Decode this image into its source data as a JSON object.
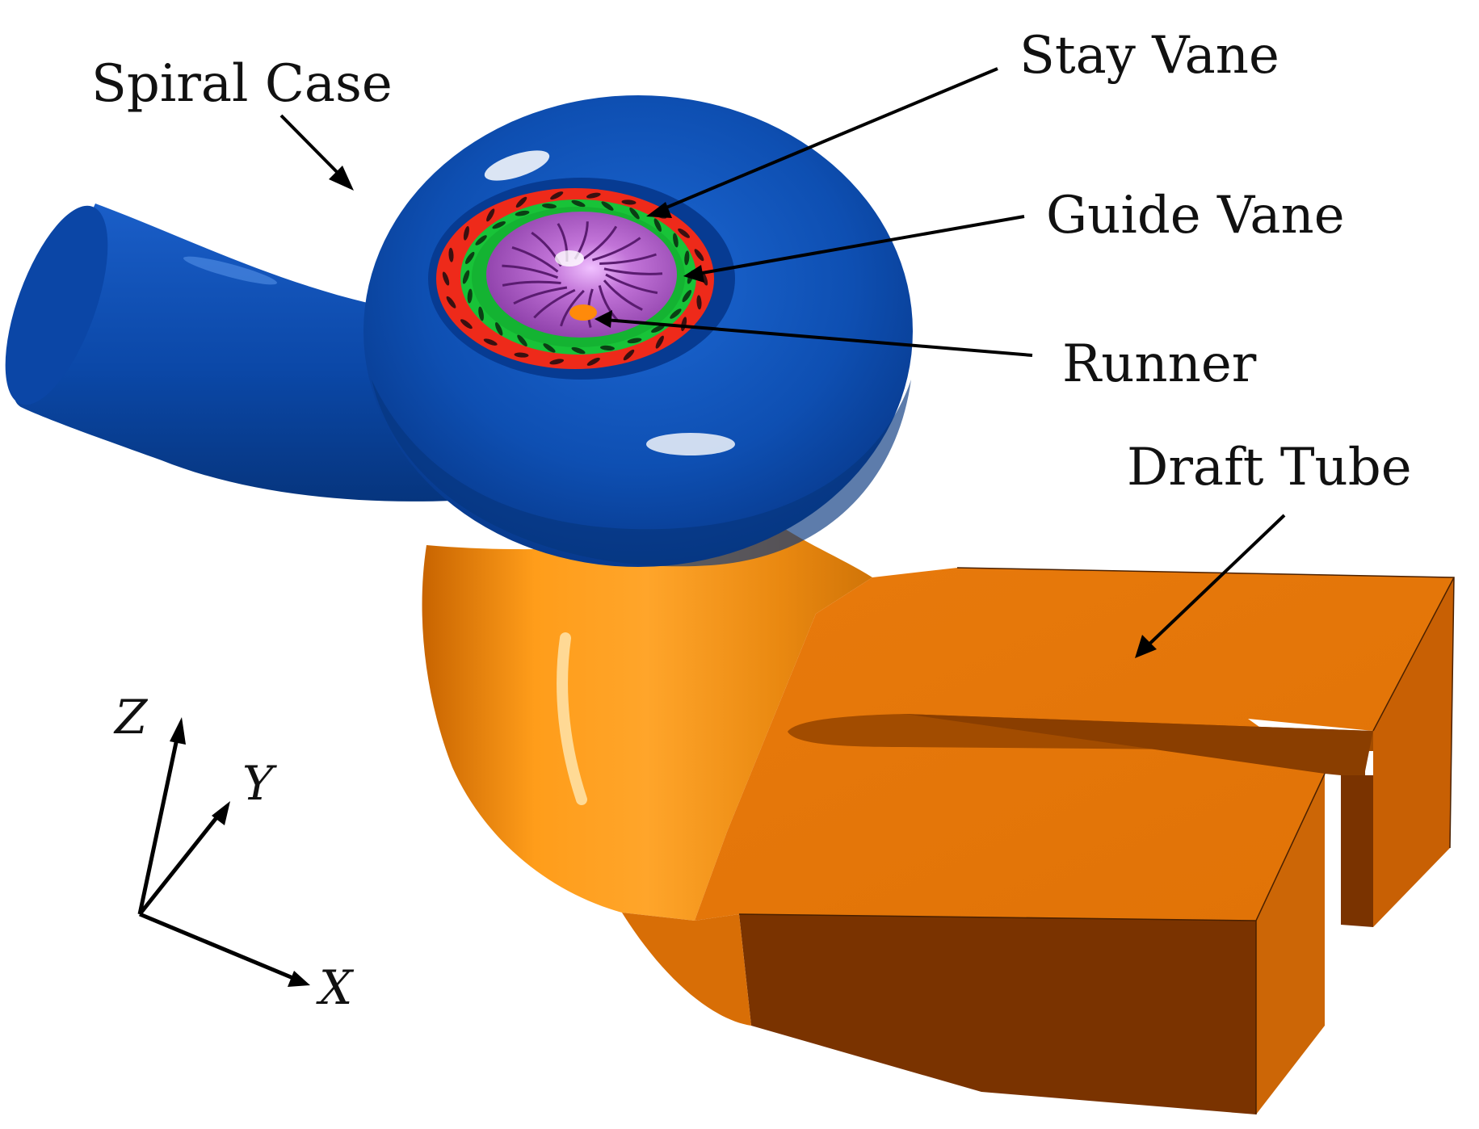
{
  "labels": {
    "spiral_case": "Spiral Case",
    "stay_vane": "Stay Vane",
    "guide_vane": "Guide Vane",
    "runner": "Runner",
    "draft_tube": "Draft Tube"
  },
  "axes": {
    "z": "Z",
    "y": "Y",
    "x": "X"
  },
  "colors": {
    "spiral_case": "#0d4fb0",
    "stay_vane_ring": "#ee2a1a",
    "guide_vane_ring": "#18c338",
    "runner": "#b45ac8",
    "hub": "#ff8a0a",
    "draft_tube": "#e87a0c"
  }
}
